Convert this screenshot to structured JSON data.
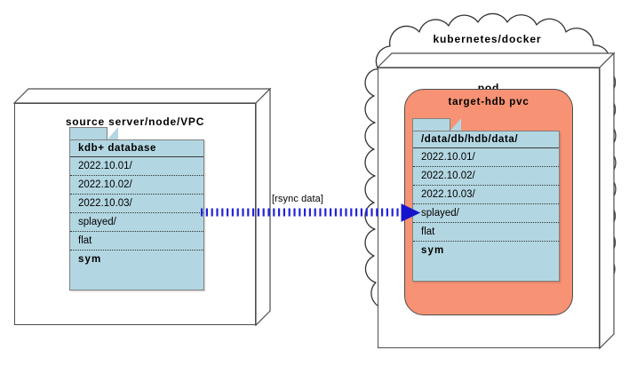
{
  "diagram": {
    "title_hidden": "",
    "colors": {
      "folder_fill": "#b3d7e2",
      "pvc_fill": "#f79274",
      "box_stroke": "#4d4d4d",
      "arrow_blue": "#2222dd",
      "canvas_bg": "#ffffff"
    }
  },
  "source": {
    "box_title": "source server/node/VPC",
    "folder": {
      "header": "kdb+ database",
      "rows": [
        {
          "label": "2022.10.01/",
          "bold": false
        },
        {
          "label": "2022.10.02/",
          "bold": false
        },
        {
          "label": "2022.10.03/",
          "bold": false
        },
        {
          "label": "splayed/",
          "bold": false
        },
        {
          "label": "flat",
          "bold": false
        },
        {
          "label": "sym",
          "bold": true
        }
      ]
    }
  },
  "target": {
    "cloud_title": "kubernetes/docker",
    "pod_title": "pod",
    "pvc_title": "target-hdb pvc",
    "folder": {
      "header": "/data/db/hdb/data/",
      "rows": [
        {
          "label": "2022.10.01/",
          "bold": false
        },
        {
          "label": "2022.10.02/",
          "bold": false
        },
        {
          "label": "2022.10.03/",
          "bold": false
        },
        {
          "label": "splayed/",
          "bold": false
        },
        {
          "label": "flat",
          "bold": false
        },
        {
          "label": "sym",
          "bold": true
        }
      ]
    }
  },
  "connector": {
    "label": "[rsync data]",
    "direction": "left-to-right",
    "style": "dashed"
  }
}
